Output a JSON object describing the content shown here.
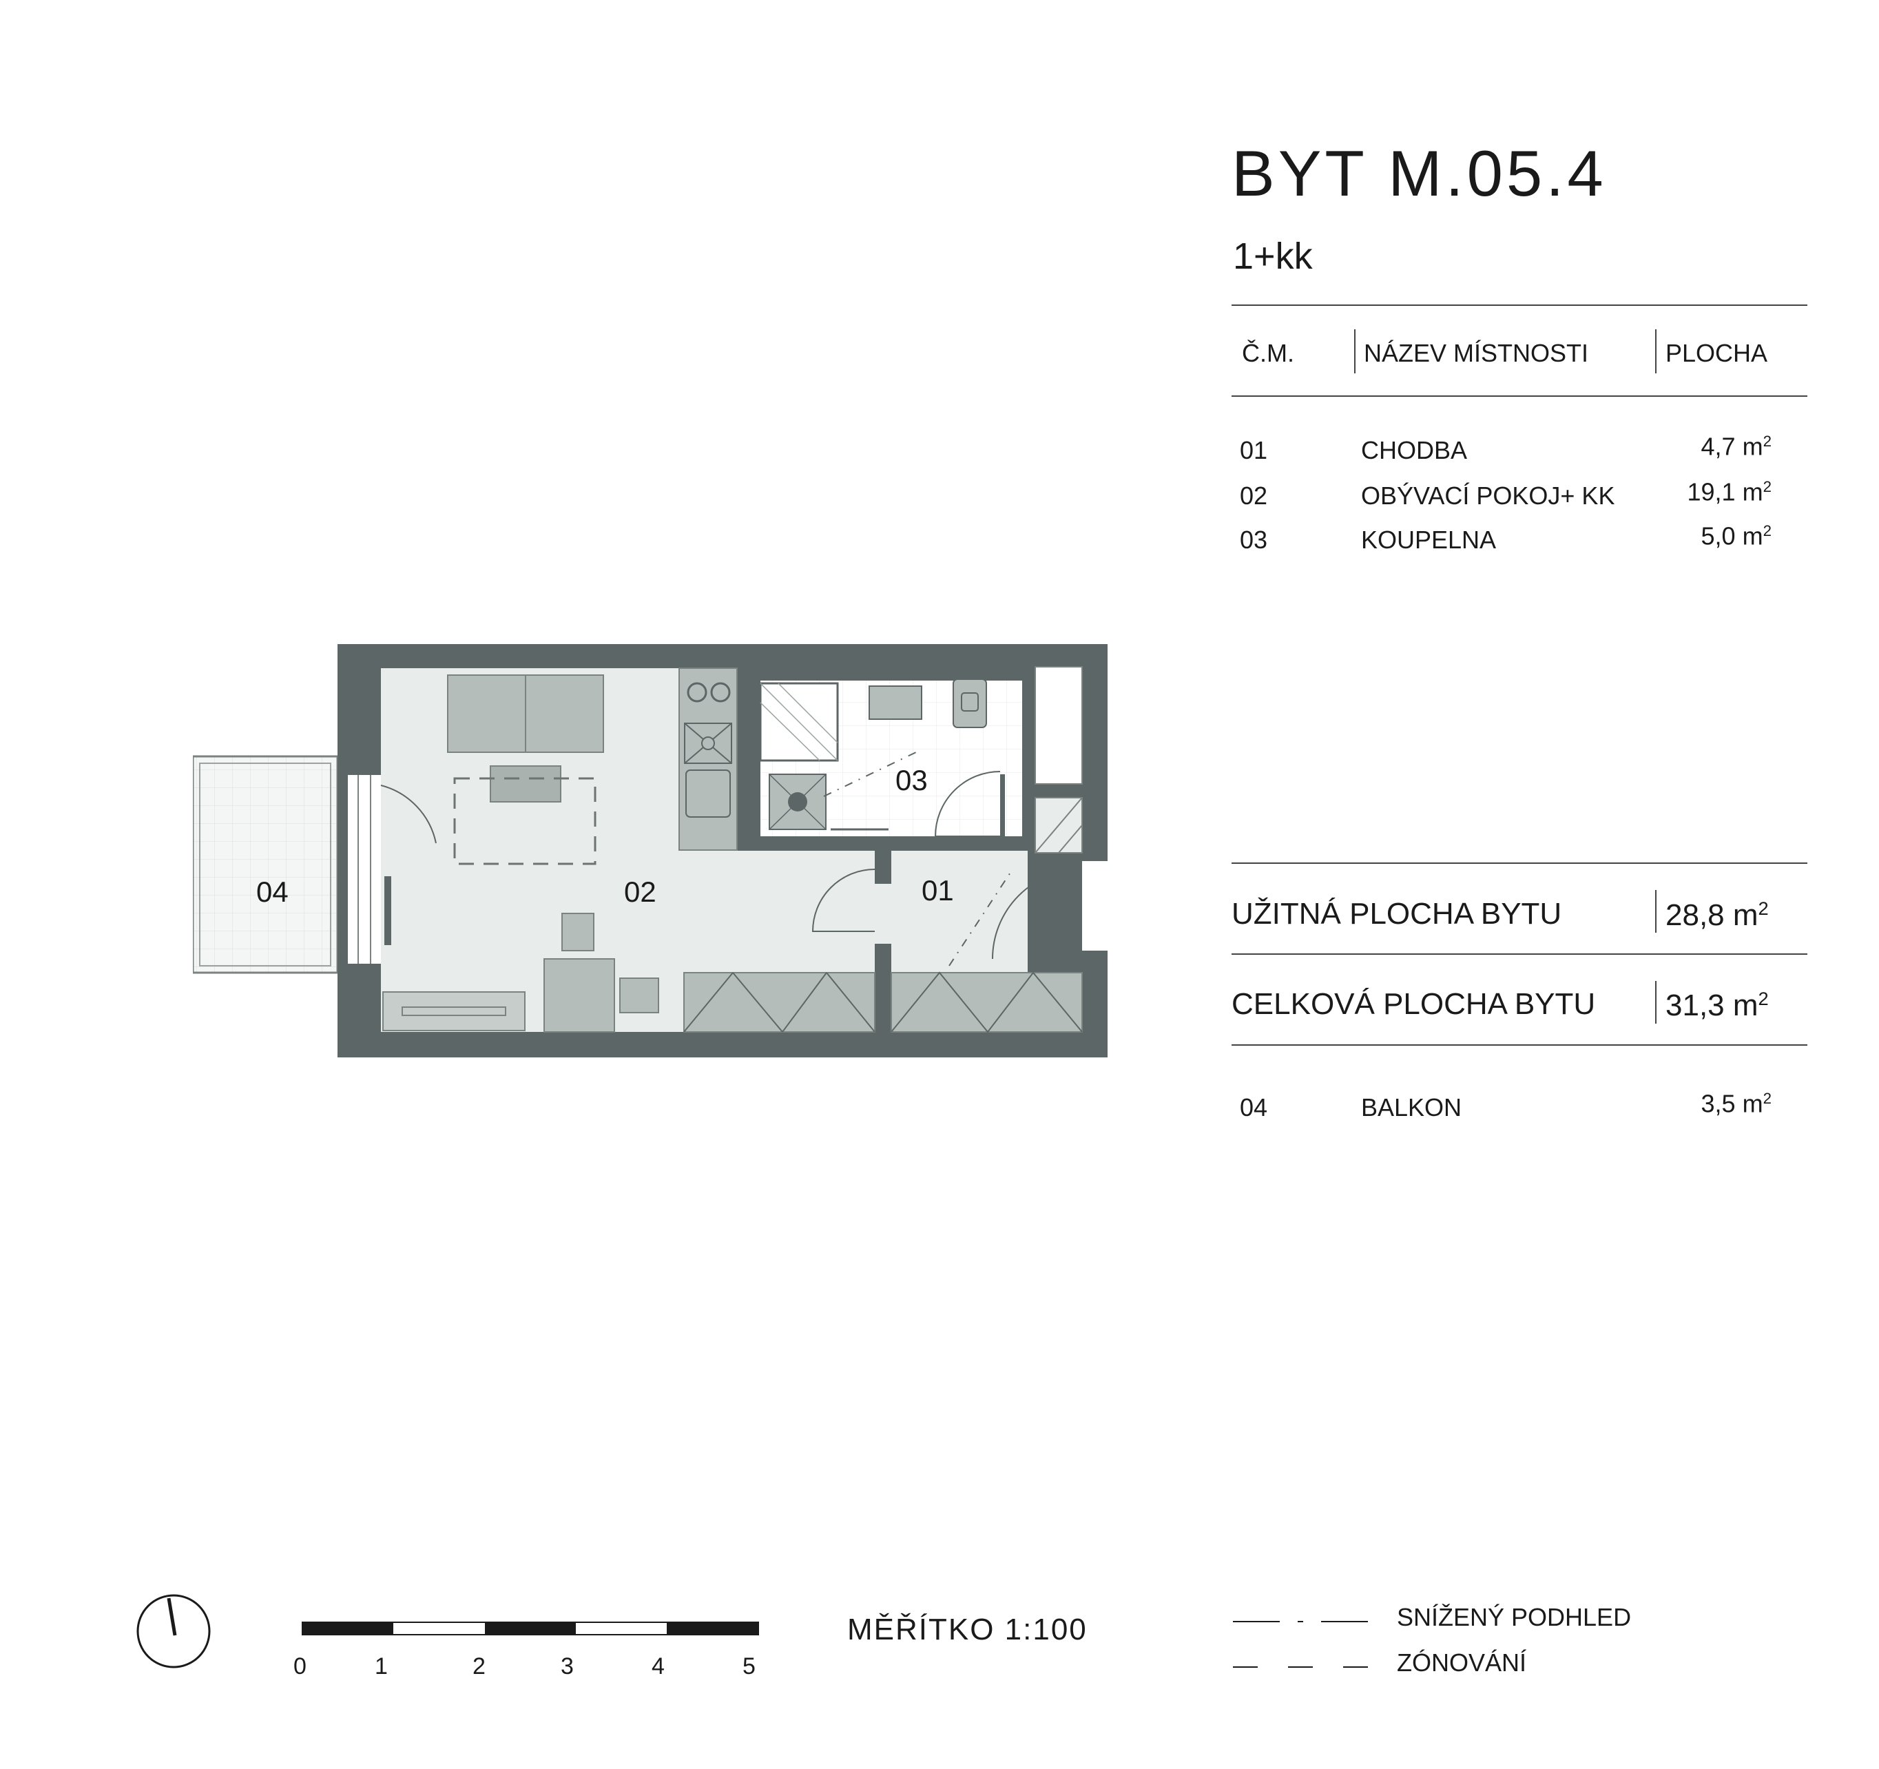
{
  "header": {
    "title": "BYT M.05.4",
    "layout_type": "1+kk"
  },
  "table": {
    "columns": [
      "Č.M.",
      "NÁZEV MÍSTNOSTI",
      "PLOCHA"
    ],
    "rooms": [
      {
        "no": "01",
        "name": "CHODBA",
        "area": "4,7 m",
        "unit_sup": "2"
      },
      {
        "no": "02",
        "name": "OBÝVACÍ POKOJ+ KK",
        "area": "19,1 m",
        "unit_sup": "2"
      },
      {
        "no": "03",
        "name": "KOUPELNA",
        "area": "5,0 m",
        "unit_sup": "2"
      }
    ]
  },
  "totals": {
    "usable_label": "UŽITNÁ PLOCHA BYTU",
    "usable_value": "28,8 m",
    "total_label": "CELKOVÁ PLOCHA BYTU",
    "total_value": "31,3 m",
    "unit_sup": "2"
  },
  "balcony": {
    "no": "04",
    "name": "BALKON",
    "area": "3,5 m",
    "unit_sup": "2"
  },
  "plan": {
    "room_labels": {
      "r01": "01",
      "r02": "02",
      "r03": "03",
      "r04": "04"
    },
    "colors": {
      "wall": "#5d6666",
      "floor": "#e8ecea",
      "furniture": "#b4bdb9",
      "tile": "#f4f6f5"
    }
  },
  "scale": {
    "label": "MĚŘÍTKO  1:100",
    "ticks": [
      "0",
      "1",
      "2",
      "3",
      "4",
      "5"
    ]
  },
  "legend": {
    "items": [
      {
        "label": "SNÍŽENÝ PODHLED",
        "line": "dash-dot"
      },
      {
        "label": "ZÓNOVÁNÍ",
        "line": "dashed"
      }
    ]
  },
  "icons": {
    "north_arrow": "north-arrow-icon"
  }
}
